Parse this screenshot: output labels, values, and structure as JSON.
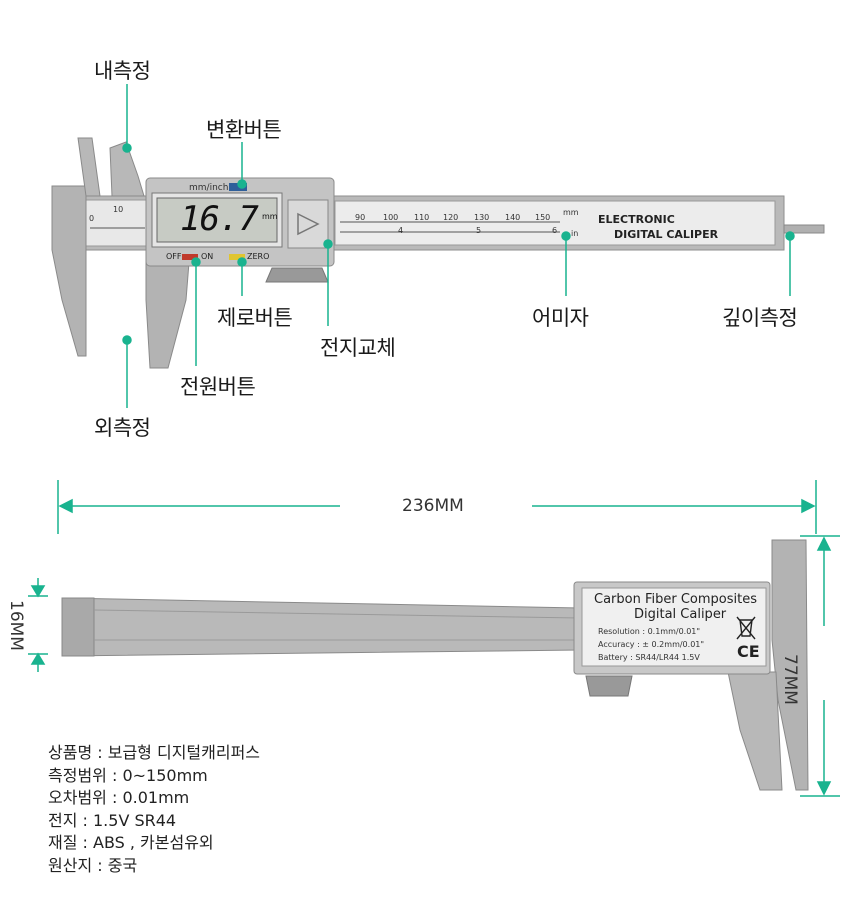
{
  "labels": {
    "inner_measure": "내측정",
    "outer_measure": "외측정",
    "unit_button": "변환버튼",
    "zero_button": "제로버튼",
    "power_button": "전원버튼",
    "battery_replace": "전지교체",
    "depth_measure": "깊이측정",
    "scale": "어미자"
  },
  "caliper_top": {
    "mm_inch": "mm/inch",
    "reading": "16.7",
    "reading_unit": "mm",
    "off": "OFF",
    "on": "ON",
    "zero": "ZERO",
    "brand_line1": "ELECTRONIC",
    "brand_line2": "DIGITAL CALIPER",
    "scale_mm": "mm",
    "scale_in": "in",
    "scale_numbers": [
      "0",
      "10",
      "90",
      "100",
      "110",
      "120",
      "130",
      "140",
      "150"
    ],
    "inch_numbers": [
      "4",
      "5",
      "6"
    ]
  },
  "caliper_back": {
    "title1": "Carbon Fiber Composites",
    "title2": "Digital  Caliper",
    "resolution": "Resolution : 0.1mm/0.01\"",
    "accuracy": "Accuracy : ± 0.2mm/0.01\"",
    "battery": "Battery : SR44/LR44  1.5V",
    "ce": "CE"
  },
  "dimensions": {
    "length": "236MM",
    "height": "77MM",
    "width": "16MM"
  },
  "specs": [
    "상품명 : 보급형 디지털캐리퍼스",
    "측정범위 : 0~150mm",
    "오차범위 : 0.01mm",
    "전지 : 1.5V SR44",
    "재질 : ABS , 카본섬유외",
    "원산지 : 중국"
  ],
  "colors": {
    "accent": "#19b38f",
    "body_gray": "#b4b4b4",
    "lcd": "#c7cbc4",
    "red_button": "#c0392b",
    "yellow_button": "#e0c531",
    "blue_button": "#2f5f9a"
  }
}
